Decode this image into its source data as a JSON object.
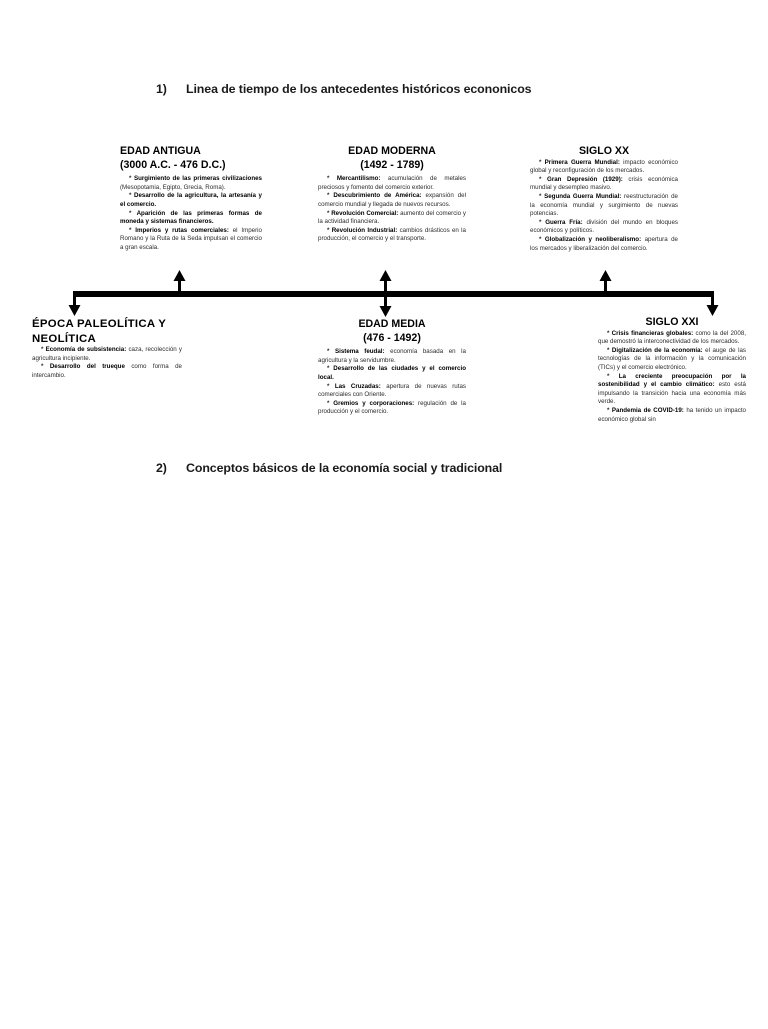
{
  "document": {
    "headings": [
      {
        "number": "1)",
        "text": "Linea de tiempo de los antecedentes históricos econonicos"
      },
      {
        "number": "2)",
        "text": "Conceptos básicos de la economía social y tradicional"
      }
    ]
  },
  "timeline": {
    "axis_color": "#000000",
    "eras": {
      "antigua": {
        "title": "EDAD ANTIGUA",
        "range": "(3000 A.C. - 476 D.C.)",
        "items": [
          {
            "star": "*",
            "bold": "Surgimiento de las primeras civilizaciones",
            "rest": " (Mesopotamia, Egipto, Grecia, Roma)."
          },
          {
            "star": "*",
            "bold": "Desarrollo de la agricultura, la artesanía y el comercio.",
            "rest": ""
          },
          {
            "star": "*",
            "bold": "Aparición de las primeras formas de moneda y sistemas financieros.",
            "rest": ""
          },
          {
            "star": "*",
            "bold": "Imperios y rutas comerciales:",
            "rest": " el Imperio Romano y la Ruta de la Seda impulsan el comercio a gran escala."
          }
        ]
      },
      "moderna": {
        "title": "EDAD MODERNA",
        "range": "(1492 - 1789)",
        "items": [
          {
            "star": "*",
            "bold": "Mercantilismo:",
            "rest": " acumulación de metales preciosos y fomento del comercio exterior."
          },
          {
            "star": "*",
            "bold": "Descubrimiento de América:",
            "rest": " expansión del comercio mundial y llegada de nuevos recursos."
          },
          {
            "star": "*",
            "bold": "Revolución Comercial:",
            "rest": " aumento del comercio y la actividad financiera."
          },
          {
            "star": "*",
            "bold": "Revolución Industrial:",
            "rest": " cambios drásticos en la producción, el comercio y el transporte."
          }
        ]
      },
      "siglo_xx": {
        "title": "SIGLO XX",
        "range": "",
        "items": [
          {
            "star": "*",
            "bold": "Primera Guerra Mundial:",
            "rest": " impacto económico global y reconfiguración de los mercados."
          },
          {
            "star": "*",
            "bold": "Gran Depresión (1929):",
            "rest": " crisis económica mundial y desempleo masivo."
          },
          {
            "star": "*",
            "bold": "Segunda Guerra Mundial:",
            "rest": " reestructuración de la economía mundial y surgimiento de nuevas potencias."
          },
          {
            "star": "*",
            "bold": "Guerra Fría:",
            "rest": " división del mundo en bloques económicos y políticos."
          },
          {
            "star": "*",
            "bold": "Globalización y neoliberalismo:",
            "rest": " apertura de los mercados y liberalización del comercio."
          }
        ]
      },
      "paleolitica": {
        "title": "ÉPOCA  PALEOLÍTICA Y NEOLÍTICA",
        "range": "",
        "items": [
          {
            "star": "*",
            "bold": "Economía de subsistencia:",
            "rest": " caza, recolección y agricultura incipiente."
          },
          {
            "star": "*",
            "bold": "Desarrollo del trueque",
            "rest": " como forma de intercambio."
          }
        ]
      },
      "media": {
        "title": "EDAD MEDIA",
        "range": "(476 - 1492)",
        "items": [
          {
            "star": "*",
            "bold": "Sistema feudal:",
            "rest": " economía basada en la agricultura y la servidumbre."
          },
          {
            "star": "*",
            "bold": "Desarrollo de las ciudades y el comercio local.",
            "rest": ""
          },
          {
            "star": "*",
            "bold": "Las Cruzadas:",
            "rest": " apertura de nuevas rutas comerciales con Oriente."
          },
          {
            "star": "*",
            "bold": "Gremios y corporaciones:",
            "rest": " regulación de la producción y el comercio."
          }
        ]
      },
      "siglo_xxi": {
        "title": "SIGLO XXI",
        "range": "",
        "items": [
          {
            "star": "*",
            "bold": "Crisis financieras globales:",
            "rest": " como la del 2008, que demostró la interconectividad de los mercados."
          },
          {
            "star": "*",
            "bold": "Digitalización de la economía:",
            "rest": " el auge de las tecnologías de la información y la comunicación (TICs) y el comercio electrónico."
          },
          {
            "star": "*",
            "bold": "La creciente preocupación por la sostenibilidad y el cambio climático:",
            "rest": " esto está impulsando la transición hacia una economía más verde."
          },
          {
            "star": "*",
            "bold": "Pandemia de COVID-19:",
            "rest": " ha tenido un impacto económico global sin"
          }
        ]
      }
    }
  }
}
